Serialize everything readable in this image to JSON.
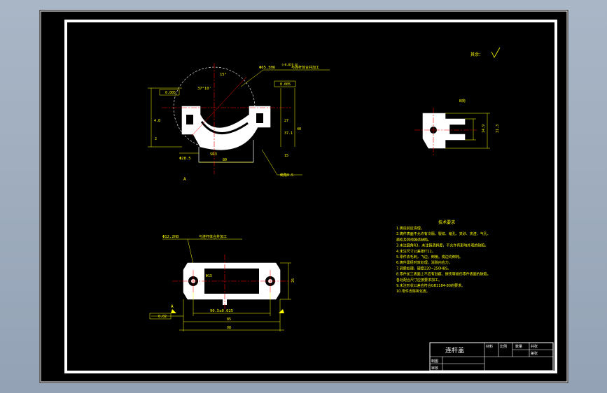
{
  "drawing": {
    "title": "连杆盖",
    "roughness_label": "其余：",
    "notes_title": "技术要求",
    "notes": [
      "1.铸造前应清理。",
      "2.铸件表面不允许有冷隔、裂纹、缩孔、夹砂、夹渣、气孔、",
      "   疏松及其他铸造缺陷。",
      "3.未注圆角R3，未注铸造斜度，不允许有影响外观的缺陷。",
      "4.未注尺寸公差按IT12。",
      "5.零件去毛刺，飞边，倒棱。锐边均倒钝。",
      "6.铸件需经时效处理，消除内应力。",
      "7.调质处理，硬度220~250HBS。",
      "8.零件加工表面上不应有划痕、擦伤等损伤零件表面的缺陷。",
      "   各处配合尺寸应按要求加工。",
      "9.未注形状公差应符合GB1184-80的要求。",
      "10.零件去除氧化皮。"
    ],
    "dims": {
      "top_diameter": "Φ65.5H6",
      "top_fit": "(+0.019 0)",
      "finish_note": "与连杆体合并加工",
      "flat_label": "0.005",
      "perp_label": "0.005",
      "angle_label": "37°10'",
      "angle2": "15°",
      "a_label": "A",
      "left_height": "4.8",
      "bottom_left": "2",
      "sr_label": "SR3",
      "width_80": "80",
      "phi_285": "Φ28.5",
      "height_27": "27",
      "bore_depth": "40",
      "right_dim": "37.1",
      "bottom_note": "倒角0.5",
      "label_15": "15",
      "side_label": "B向",
      "side_h1": "14.9",
      "side_h2": "31.3",
      "plan_hole": "Φ12.2H8",
      "plan_note": "与连杆体合并加工",
      "plan_width": "90.5±0.025",
      "plan_85": "85",
      "plan_98": "98",
      "plan_perp": "0.02",
      "plan_inner": "Φ15",
      "plan_right": "26",
      "plan_letter": "A"
    },
    "title_block": {
      "row1": "材料",
      "row2": "比例",
      "row3": "数量",
      "drawn": "制图",
      "checked": "审核",
      "sheet": "共张",
      "sheet2": "第张"
    }
  },
  "colors": {
    "background": "#000000",
    "frame": "#ffffff",
    "linework": "#ffffff",
    "dimension": "#ffff00",
    "centerline": "#ff0000",
    "accent": "#ffffff"
  }
}
